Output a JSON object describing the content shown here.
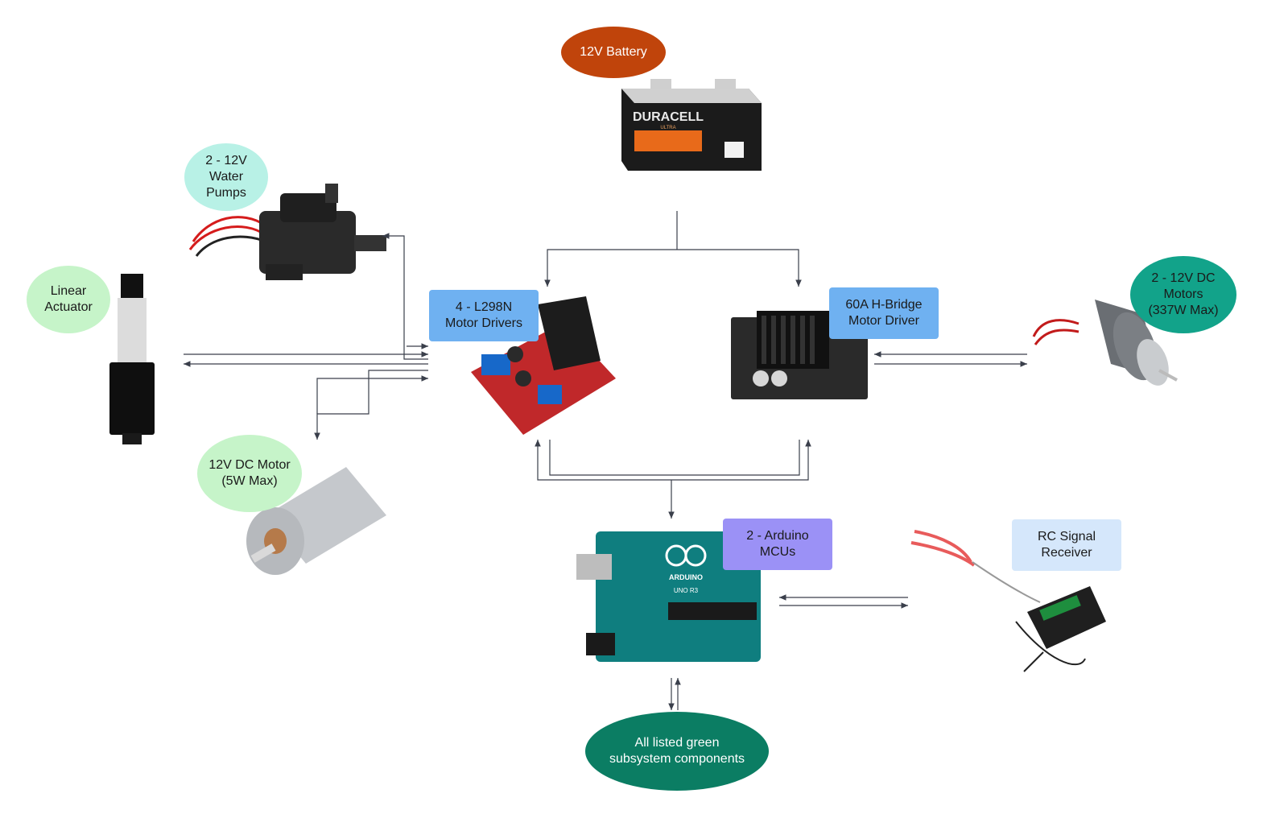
{
  "diagram": {
    "nodes": [
      {
        "id": "battery",
        "label": "12V Battery",
        "fill": "#c0440b",
        "text_color": "#ffffff"
      },
      {
        "id": "l298n",
        "label": "4 - L298N\nMotor Drivers",
        "fill": "#6fb1f1",
        "text_color": "#1a1a1a"
      },
      {
        "id": "hbridge",
        "label": "60A H-Bridge\nMotor Driver",
        "fill": "#6fb1f1",
        "text_color": "#1a1a1a"
      },
      {
        "id": "pumps",
        "label": "2 - 12V\nWater\nPumps",
        "fill": "#b8f1e6",
        "text_color": "#1a1a1a"
      },
      {
        "id": "actuator",
        "label": "Linear\nActuator",
        "fill": "#c6f4c9",
        "text_color": "#1a1a1a"
      },
      {
        "id": "smallmotor",
        "label": "12V DC Motor\n(5W Max)",
        "fill": "#c6f4c9",
        "text_color": "#1a1a1a"
      },
      {
        "id": "bigmotors",
        "label": "2 - 12V DC\nMotors\n(337W Max)",
        "fill": "#12a38a",
        "text_color": "#1a1a1a"
      },
      {
        "id": "arduino",
        "label": "2 - Arduino\nMCUs",
        "fill": "#9b91f6",
        "text_color": "#1a1a1a"
      },
      {
        "id": "rc",
        "label": "RC Signal\nReceiver",
        "fill": "#d5e7fb",
        "text_color": "#1a1a1a"
      },
      {
        "id": "green",
        "label": "All listed green\nsubsystem components",
        "fill": "#0b7d63",
        "text_color": "#ffffff"
      }
    ],
    "images": [
      {
        "id": "battery-img",
        "brand": "DURACELL",
        "sub": "ULTRA"
      },
      {
        "id": "l298n-img"
      },
      {
        "id": "hbridge-img"
      },
      {
        "id": "pump-img"
      },
      {
        "id": "actuator-img"
      },
      {
        "id": "smallmotor-img"
      },
      {
        "id": "bigmotor-img"
      },
      {
        "id": "arduino-img",
        "brand": "ARDUINO",
        "model": "UNO R3"
      },
      {
        "id": "rc-img"
      }
    ],
    "edge_color": "#3a3f4b"
  }
}
